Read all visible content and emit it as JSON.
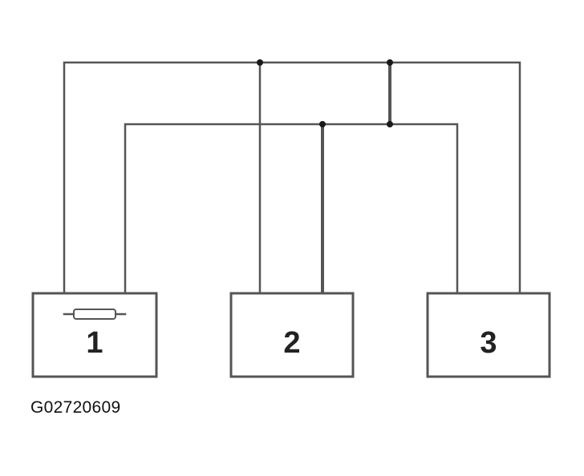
{
  "components": [
    {
      "id": "1",
      "label": "1"
    },
    {
      "id": "2",
      "label": "2"
    },
    {
      "id": "3",
      "label": "3"
    }
  ],
  "figure_id": "G02720609",
  "colors": {
    "wire": "#555555",
    "junction": "#1a1a1a",
    "text": "#222222",
    "background": "#ffffff"
  }
}
